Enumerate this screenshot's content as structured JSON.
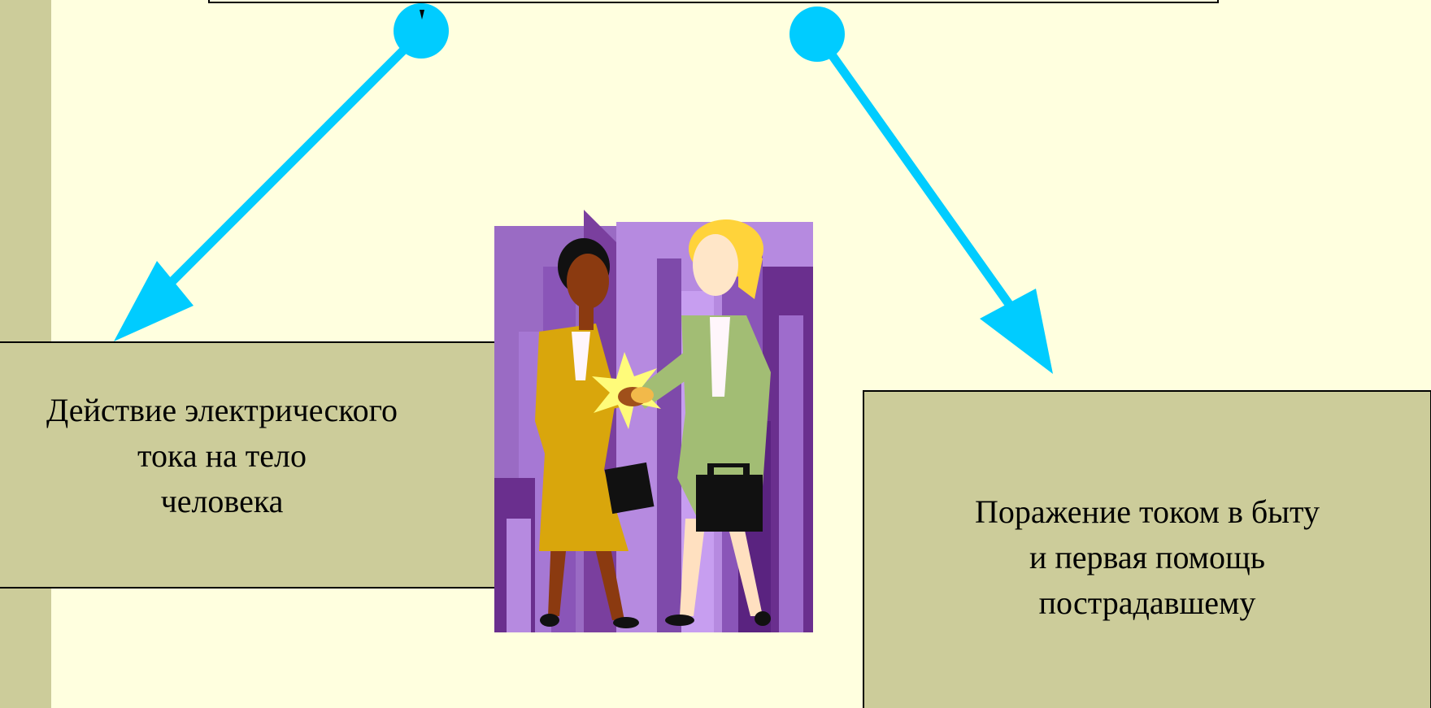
{
  "slide": {
    "colors": {
      "background": "#ffffdf",
      "box_fill": "#cccc9a",
      "arrow": "#00ccff"
    },
    "left_box": {
      "lines": [
        "Действие электрического",
        "тока на тело",
        "человека"
      ]
    },
    "right_box": {
      "lines": [
        "Поражение током в быту",
        "и первая помощь",
        "пострадавшему"
      ]
    },
    "clipart": {
      "icon": "business-handshake-clipart"
    }
  }
}
